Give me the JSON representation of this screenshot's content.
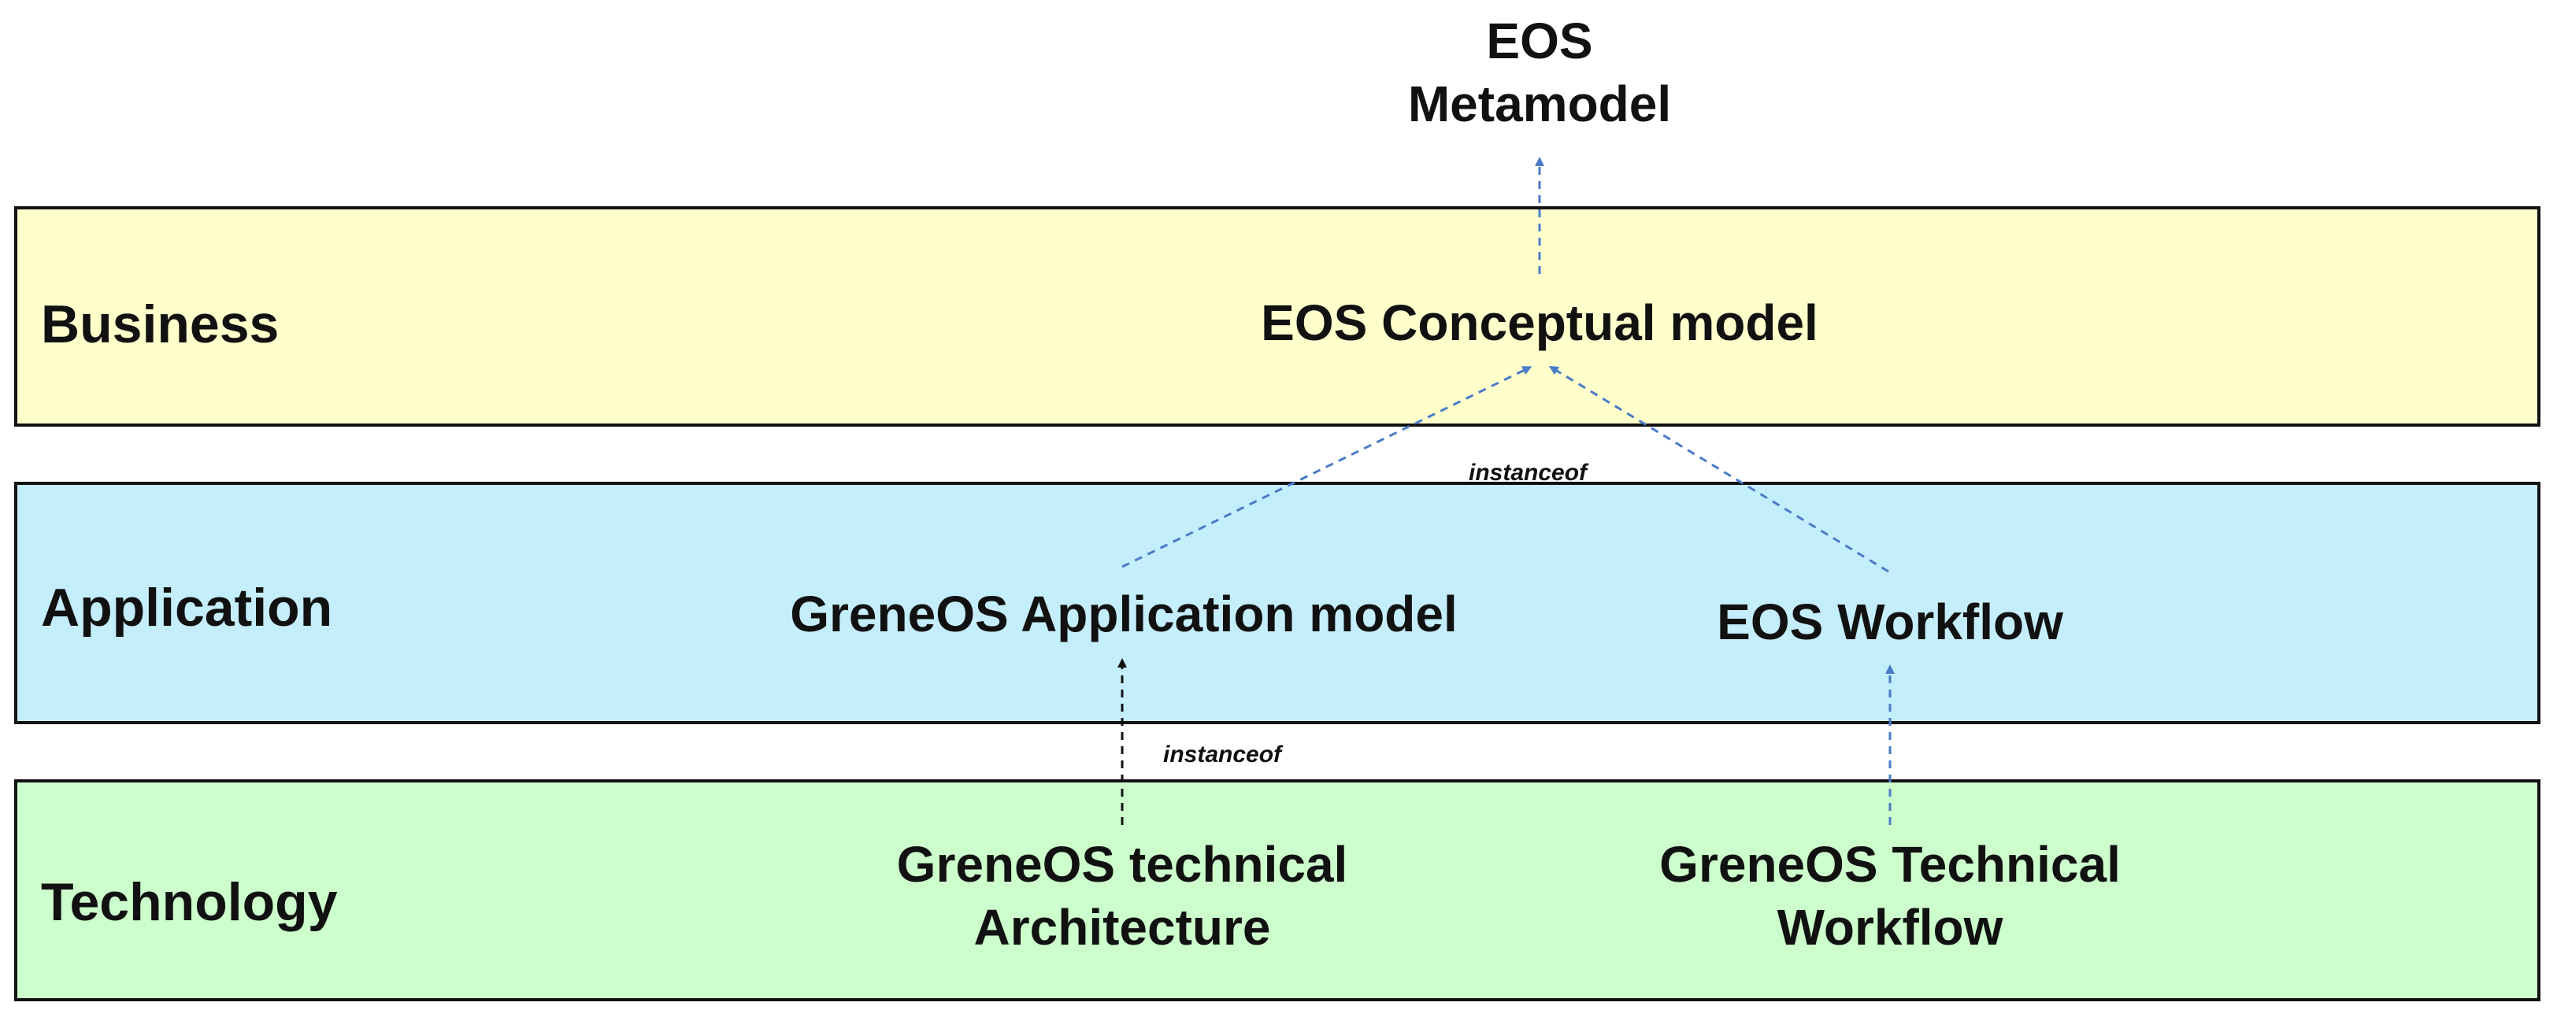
{
  "colors": {
    "business_fill": "#FFFFCC",
    "application_fill": "#C5EEFC",
    "technology_fill": "#CCFFCC",
    "border": "#111111",
    "arrow_blue": "#4A7BC8",
    "arrow_black": "#111111"
  },
  "layers": {
    "business": {
      "label": "Business"
    },
    "application": {
      "label": "Application"
    },
    "technology": {
      "label": "Technology"
    }
  },
  "nodes": {
    "eos_metamodel": {
      "line1": "EOS",
      "line2": "Metamodel"
    },
    "eos_conceptual_model": {
      "text": "EOS Conceptual model"
    },
    "greneos_application_model": {
      "text": "GreneOS Application model"
    },
    "eos_workflow": {
      "text": "EOS Workflow"
    },
    "greneos_technical_architecture": {
      "line1": "GreneOS technical",
      "line2": "Architecture"
    },
    "greneos_technical_workflow": {
      "line1": "GreneOS Technical",
      "line2": "Workflow"
    }
  },
  "edges": [
    {
      "from": "eos_conceptual_model",
      "to": "eos_metamodel",
      "style": "dashed",
      "color": "blue",
      "label": ""
    },
    {
      "from": "greneos_application_model",
      "to": "eos_conceptual_model",
      "style": "dashed",
      "color": "blue",
      "label": "instanceof"
    },
    {
      "from": "eos_workflow",
      "to": "eos_conceptual_model",
      "style": "dashed",
      "color": "blue",
      "label": ""
    },
    {
      "from": "greneos_technical_architecture",
      "to": "greneos_application_model",
      "style": "dashed",
      "color": "black",
      "label": "instanceof"
    },
    {
      "from": "greneos_technical_workflow",
      "to": "eos_workflow",
      "style": "dashed",
      "color": "blue",
      "label": ""
    }
  ],
  "edge_labels": {
    "business_to_application": "instanceof",
    "application_to_technology": "instanceof"
  }
}
